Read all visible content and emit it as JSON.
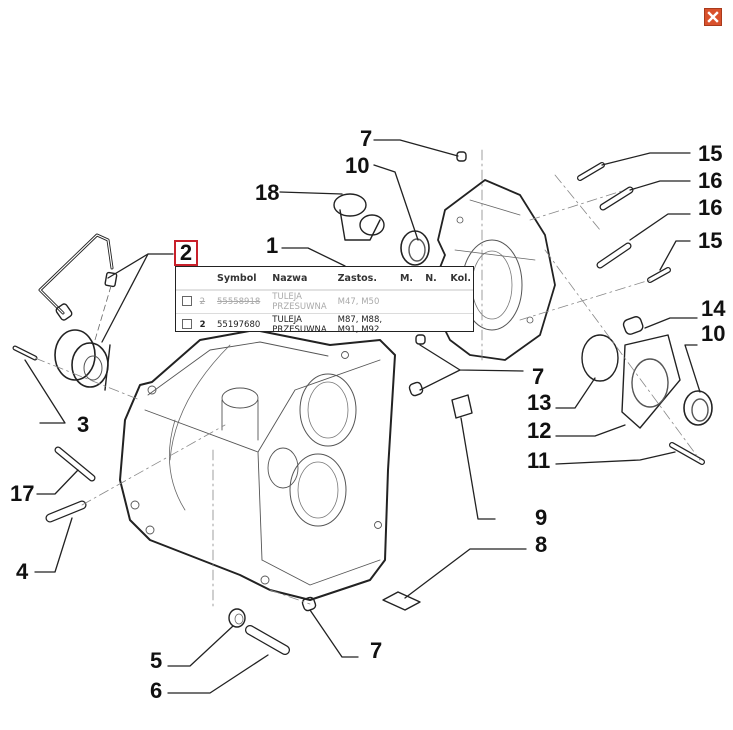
{
  "window": {
    "close_icon": "close-x-icon",
    "close_color": "#d9512c"
  },
  "highlight": {
    "number": "2",
    "border_color": "#c8202a"
  },
  "parts_table": {
    "headers": {
      "symbol": "Symbol",
      "nazwa": "Nazwa",
      "zastos": "Zastos.",
      "m": "M.",
      "n": "N.",
      "kol": "Kol."
    },
    "rows": [
      {
        "qty": "2",
        "symbol": "55558918",
        "nazwa_line1": "TULEJA",
        "nazwa_line2": "PRZESUWNA",
        "zastos_line1": "M47, M50",
        "zastos_line2": "",
        "m": "",
        "n": "",
        "kol": "",
        "obsolete": true
      },
      {
        "qty": "2",
        "symbol": "55197680",
        "nazwa_line1": "TULEJA",
        "nazwa_line2": "PRZESUWNA",
        "zastos_line1": "M87, M88,",
        "zastos_line2": "M91, M92",
        "m": "",
        "n": "",
        "kol": "",
        "obsolete": false
      }
    ]
  },
  "callouts": {
    "c1": "1",
    "c3": "3",
    "c4": "4",
    "c5": "5",
    "c6": "6",
    "c7a": "7",
    "c7b": "7",
    "c7c": "7",
    "c8": "8",
    "c9": "9",
    "c10a": "10",
    "c10b": "10",
    "c11": "11",
    "c12": "12",
    "c13": "13",
    "c14": "14",
    "c15a": "15",
    "c15b": "15",
    "c16a": "16",
    "c16b": "16",
    "c17": "17",
    "c18": "18"
  }
}
